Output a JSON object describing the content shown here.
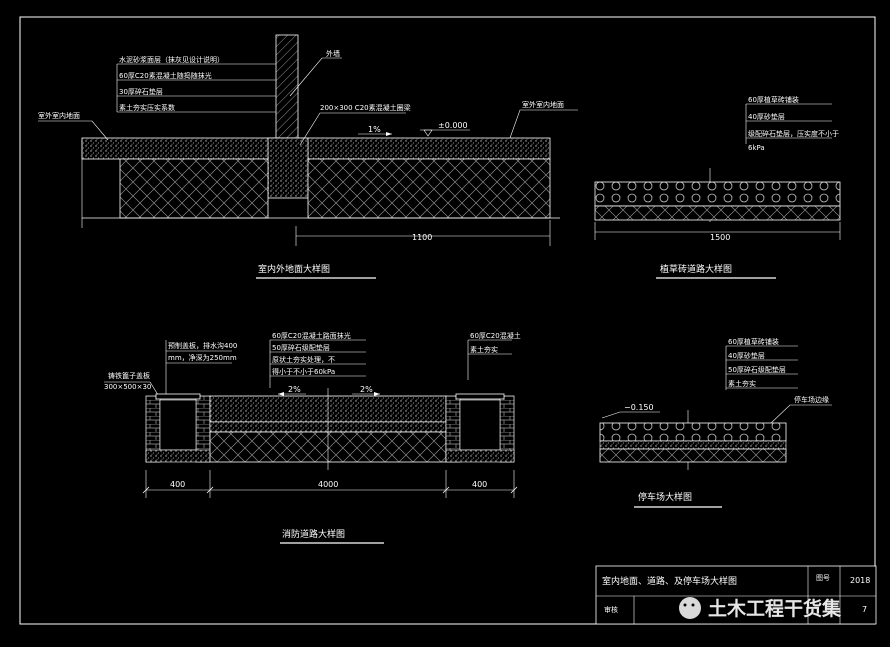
{
  "drawings": {
    "d1": {
      "title": "室内外地面大样图",
      "labels": {
        "wall_layer_1": "水泥砂浆面层（抹灰见设计说明）",
        "wall_layer_2": "60厚C20素混凝土随捣随抹光",
        "wall_layer_3": "30厚碎石垫层",
        "wall_layer_4": "素土夯实压实系数",
        "wall": "外墙",
        "left_note": "室外室内地面",
        "beam": "200×300 C20素混凝土圈梁",
        "right_note": "室外室内地面",
        "slope": "1%",
        "level": "±0.000"
      },
      "dim_1100": "1100"
    },
    "d2": {
      "title": "植草砖道路大样图",
      "labels": {
        "l1": "60厚植草砖铺装",
        "l2": "40厚砂垫层",
        "l3": "级配碎石垫层，压实度不小于",
        "l4": "6kPa"
      },
      "dim_1500": "1500"
    },
    "d3": {
      "title": "消防道路大样图",
      "labels": {
        "ditch_note_1": "预制盖板，排水沟400",
        "ditch_note_2": "mm，净深为250mm",
        "grate": "铸铁篦子盖板",
        "grate_size": "300×500×30",
        "c_l1": "60厚C20混凝土路面抹光",
        "c_l2": "50厚碎石级配垫层",
        "c_l3": "原状土夯实处理，不",
        "c_l4": "得小于不小于60kPa",
        "r_l1": "60厚C20混凝土",
        "r_l2": "素土夯实",
        "slope_left": "2%",
        "slope_right": "2%"
      },
      "dims": [
        "400",
        "4000",
        "400"
      ]
    },
    "d4": {
      "title": "停车场大样图",
      "labels": {
        "l1": "60厚植草砖铺装",
        "l2": "40厚砂垫层",
        "l3": "50厚碎石级配垫层",
        "l4": "素土夯实",
        "level": "−0.150",
        "curb": "停车场边缘"
      }
    }
  },
  "title_block": {
    "sheet_title": "室内地面、道路、及停车场大样图",
    "label_drawing_no": "图号",
    "year": "2018",
    "label_review": "审核",
    "page": "7"
  },
  "watermark": "土木工程干货集"
}
